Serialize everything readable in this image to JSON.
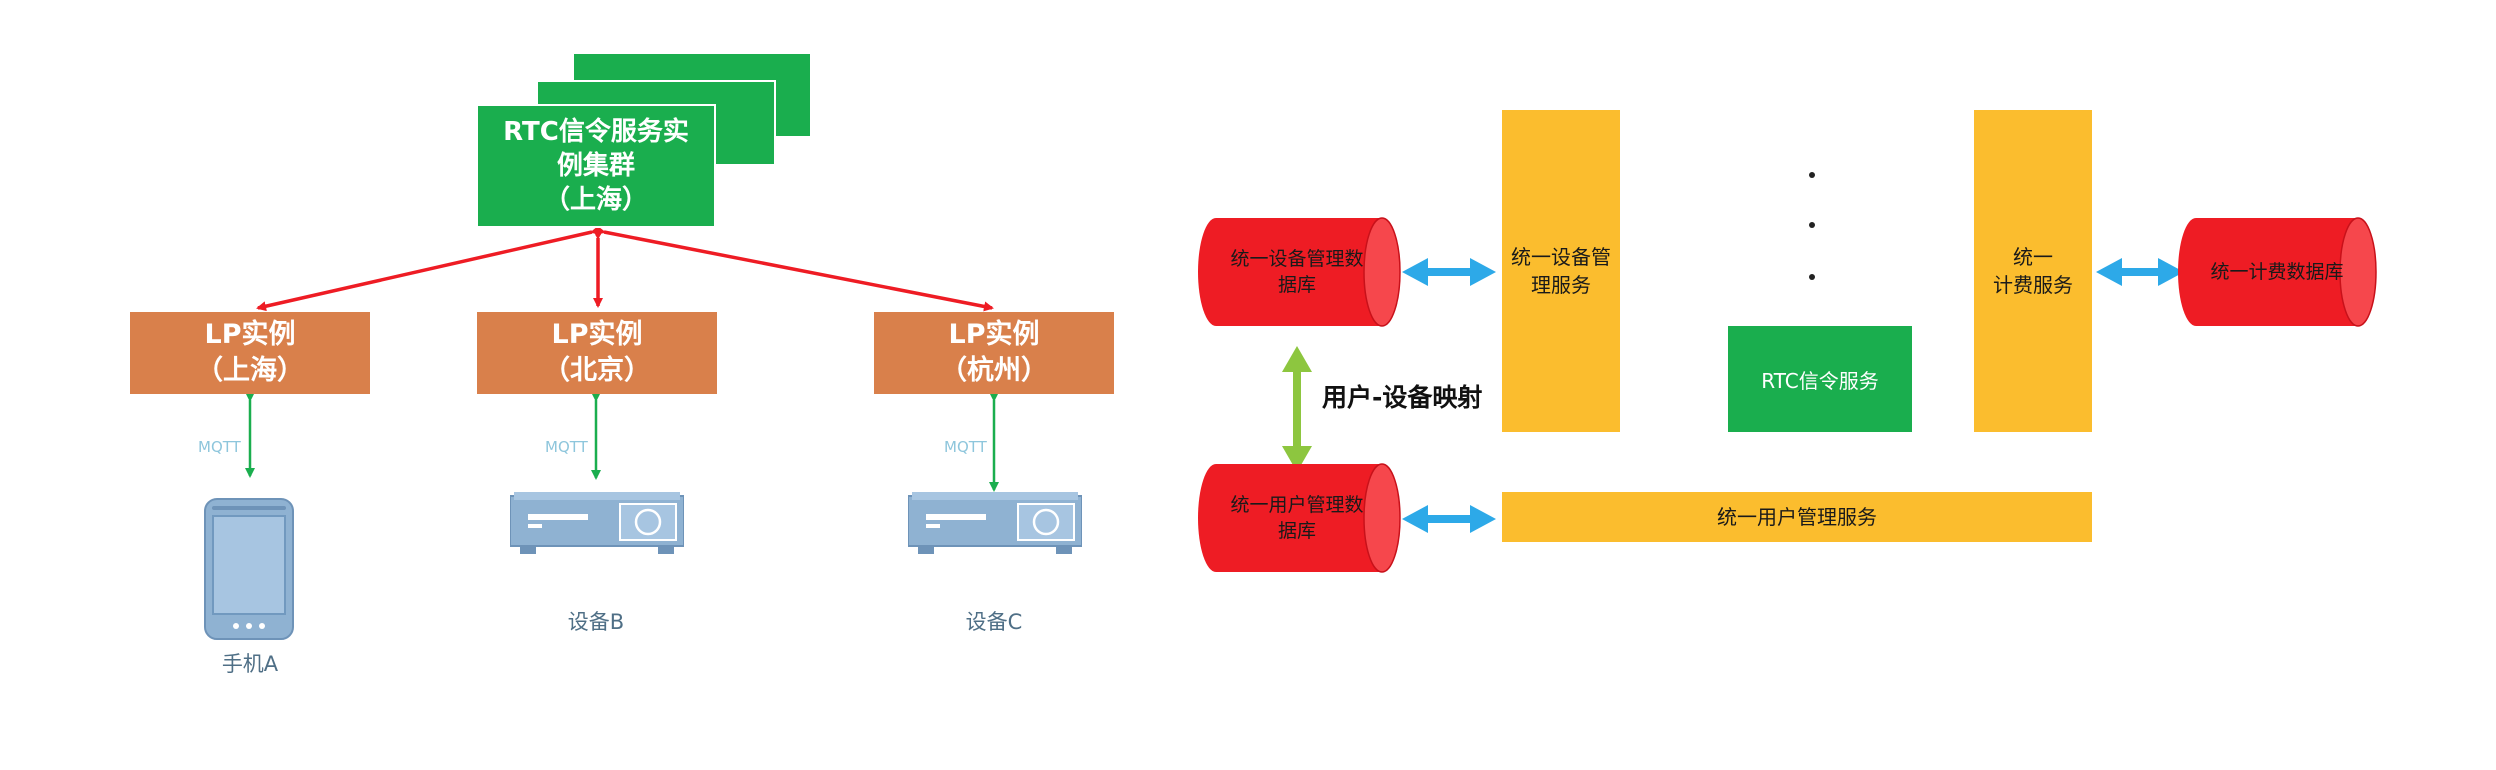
{
  "cluster": {
    "line1": "RTC信令服务实",
    "line2": "例集群",
    "line3": "（上海）"
  },
  "lp_instances": [
    {
      "line1": "LP实例",
      "line2": "（上海）"
    },
    {
      "line1": "LP实例",
      "line2": "（北京）"
    },
    {
      "line1": "LP实例",
      "line2": "（杭州）"
    }
  ],
  "protocol_label": "MQTT",
  "devices": [
    {
      "label": "手机A",
      "icon": "phone-icon"
    },
    {
      "label": "设备B",
      "icon": "set-top-box-icon"
    },
    {
      "label": "设备C",
      "icon": "set-top-box-icon"
    }
  ],
  "databases": {
    "device_db": {
      "line1": "统一设备管理数",
      "line2": "据库"
    },
    "user_db": {
      "line1": "统一用户管理数",
      "line2": "据库"
    },
    "billing_db": {
      "line1": "统一计费数据库"
    }
  },
  "services": {
    "device_service": {
      "line1": "统一设备管",
      "line2": "理服务"
    },
    "billing_service": {
      "line1": "统一",
      "line2": "计费服务"
    },
    "rtc_service": {
      "label": "RTC信令服务"
    },
    "user_service": {
      "label": "统一用户管理服务"
    }
  },
  "mapping_label": "用户-设备映射",
  "colors": {
    "green": "#1AAE4E",
    "orange": "#D9804B",
    "yellow": "#FBBD2E",
    "red": "#EE1C24",
    "blue_arrow": "#2DA9E8",
    "green_arrow": "#8DC63F"
  }
}
